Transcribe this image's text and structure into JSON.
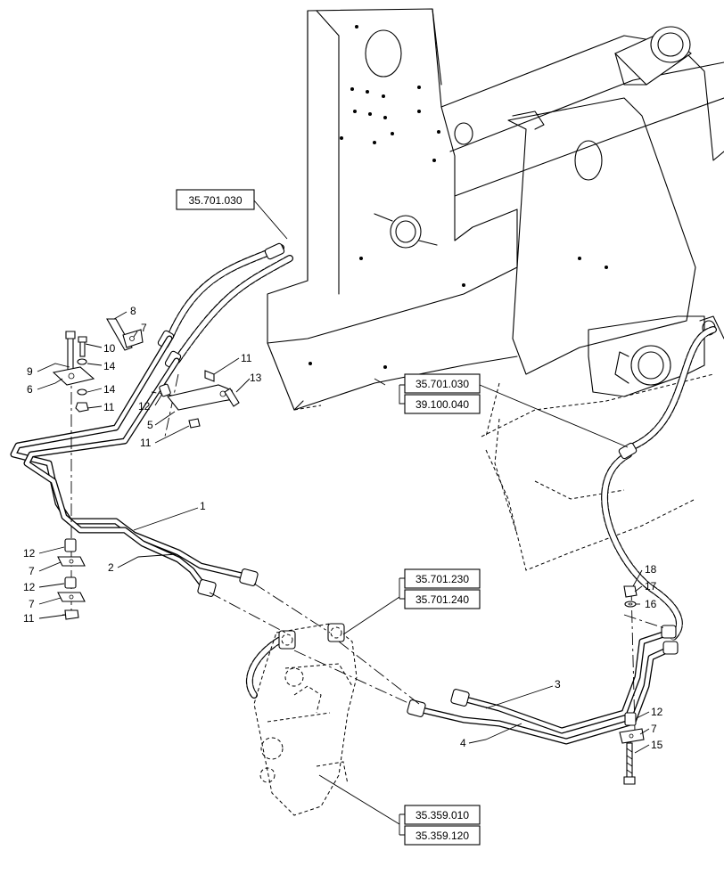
{
  "references": {
    "r1": "35.701.030",
    "r2": "35.701.030",
    "r3": "39.100.040",
    "r4": "35.701.230",
    "r5": "35.701.240",
    "r6": "35.359.010",
    "r7": "35.359.120"
  },
  "callouts": {
    "c8": "8",
    "c7a": "7",
    "c10": "10",
    "c9": "9",
    "c14a": "14",
    "c6": "6",
    "c14b": "14",
    "c11a": "11",
    "c11b": "11",
    "c13": "13",
    "c12a": "12",
    "c5": "5",
    "c11c": "11",
    "c1": "1",
    "c2": "2",
    "c12b": "12",
    "c7b": "7",
    "c12c": "12",
    "c7c": "7",
    "c11d": "11",
    "c18": "18",
    "c17": "17",
    "c16": "16",
    "c3": "3",
    "c4": "4",
    "c12d": "12",
    "c7d": "7",
    "c15": "15"
  }
}
